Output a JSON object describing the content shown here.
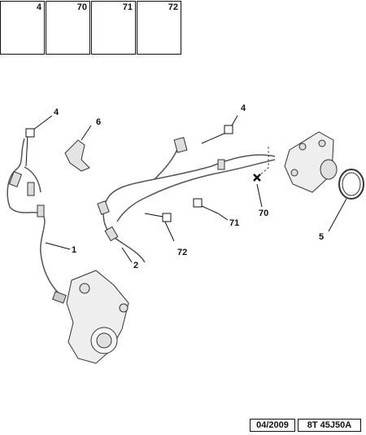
{
  "legend": [
    {
      "number": "4",
      "icon": "clip-icon"
    },
    {
      "number": "70",
      "icon": "bolt-icon"
    },
    {
      "number": "71",
      "icon": "double-clip-icon"
    },
    {
      "number": "72",
      "icon": "cable-holder-icon"
    }
  ],
  "callouts": {
    "c1": "1",
    "c2": "2",
    "c4_left": "4",
    "c4_right": "4",
    "c5": "5",
    "c6": "6",
    "c70": "70",
    "c71": "71",
    "c72": "72"
  },
  "footer": {
    "date": "04/2009",
    "ref": "8T 45J50A"
  }
}
